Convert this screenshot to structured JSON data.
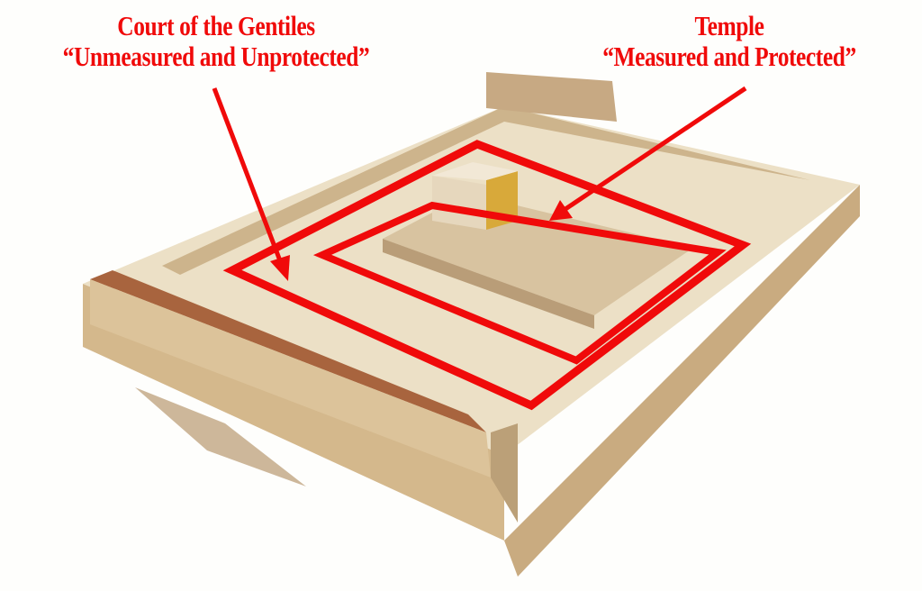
{
  "annotations": {
    "left": {
      "title": "Court of the Gentiles",
      "subtitle": "“Unmeasured and Unprotected”"
    },
    "right": {
      "title": "Temple",
      "subtitle": "“Measured and Protected”"
    }
  },
  "colors": {
    "annotation": "#f00a0a",
    "stone": "#d9c3a0",
    "courtyard": "#e8d8b8",
    "roof": "#a8643e"
  }
}
